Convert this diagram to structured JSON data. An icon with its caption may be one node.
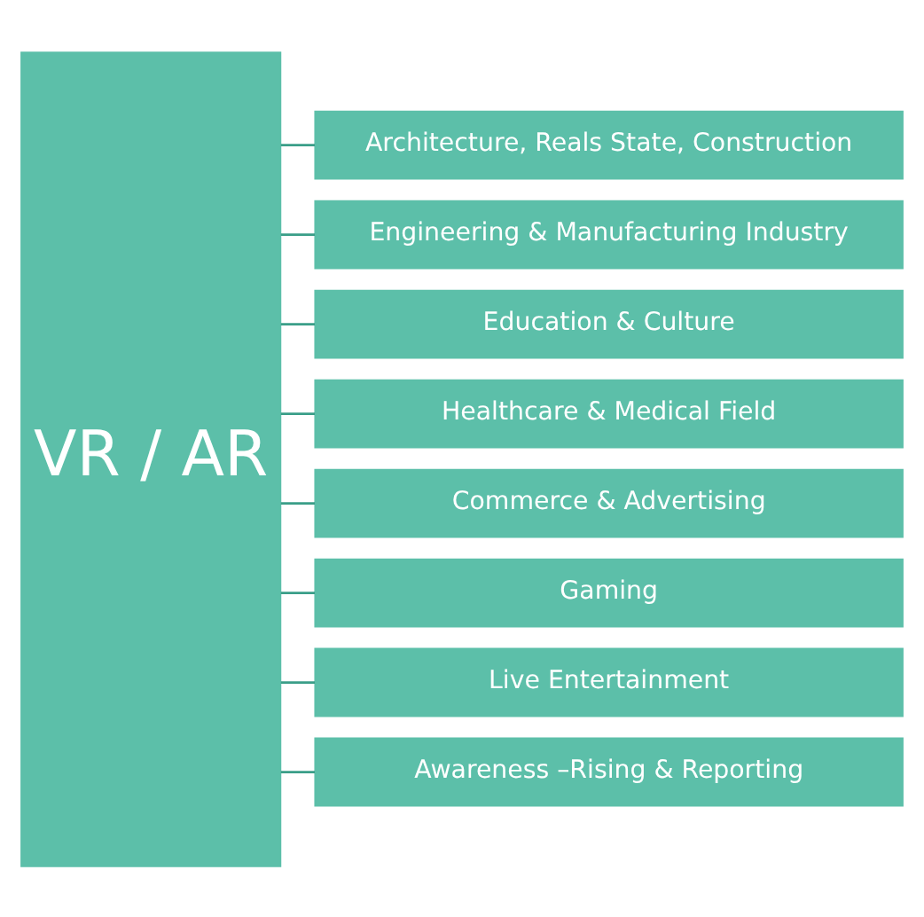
{
  "diagram": {
    "nodes": [
      {
        "text": [
          "VR / AR"
        ]
      },
      {
        "text": [
          "Architecture, Reals State, Construction"
        ]
      },
      {
        "text": [
          "Engineering & Manufacturing Industry"
        ]
      },
      {
        "text": [
          "Education & Culture"
        ]
      },
      {
        "text": [
          "Healthcare & Medical Field"
        ]
      },
      {
        "text": [
          "Commerce & Advertising"
        ]
      },
      {
        "text": [
          "Gaming"
        ]
      },
      {
        "text": [
          "Live Entertainment"
        ]
      },
      {
        "text": [
          "Awareness –Rising & Reporting"
        ]
      }
    ],
    "edges": [
      {
        "from": 0,
        "to": 1,
        "arrow": "none"
      },
      {
        "from": 0,
        "to": 2,
        "arrow": "none"
      },
      {
        "from": 0,
        "to": 3,
        "arrow": "none"
      },
      {
        "from": 0,
        "to": 4,
        "arrow": "none"
      },
      {
        "from": 0,
        "to": 5,
        "arrow": "none"
      },
      {
        "from": 0,
        "to": 6,
        "arrow": "none"
      },
      {
        "from": 0,
        "to": 7,
        "arrow": "none"
      },
      {
        "from": 0,
        "to": 8,
        "arrow": "none"
      }
    ]
  }
}
